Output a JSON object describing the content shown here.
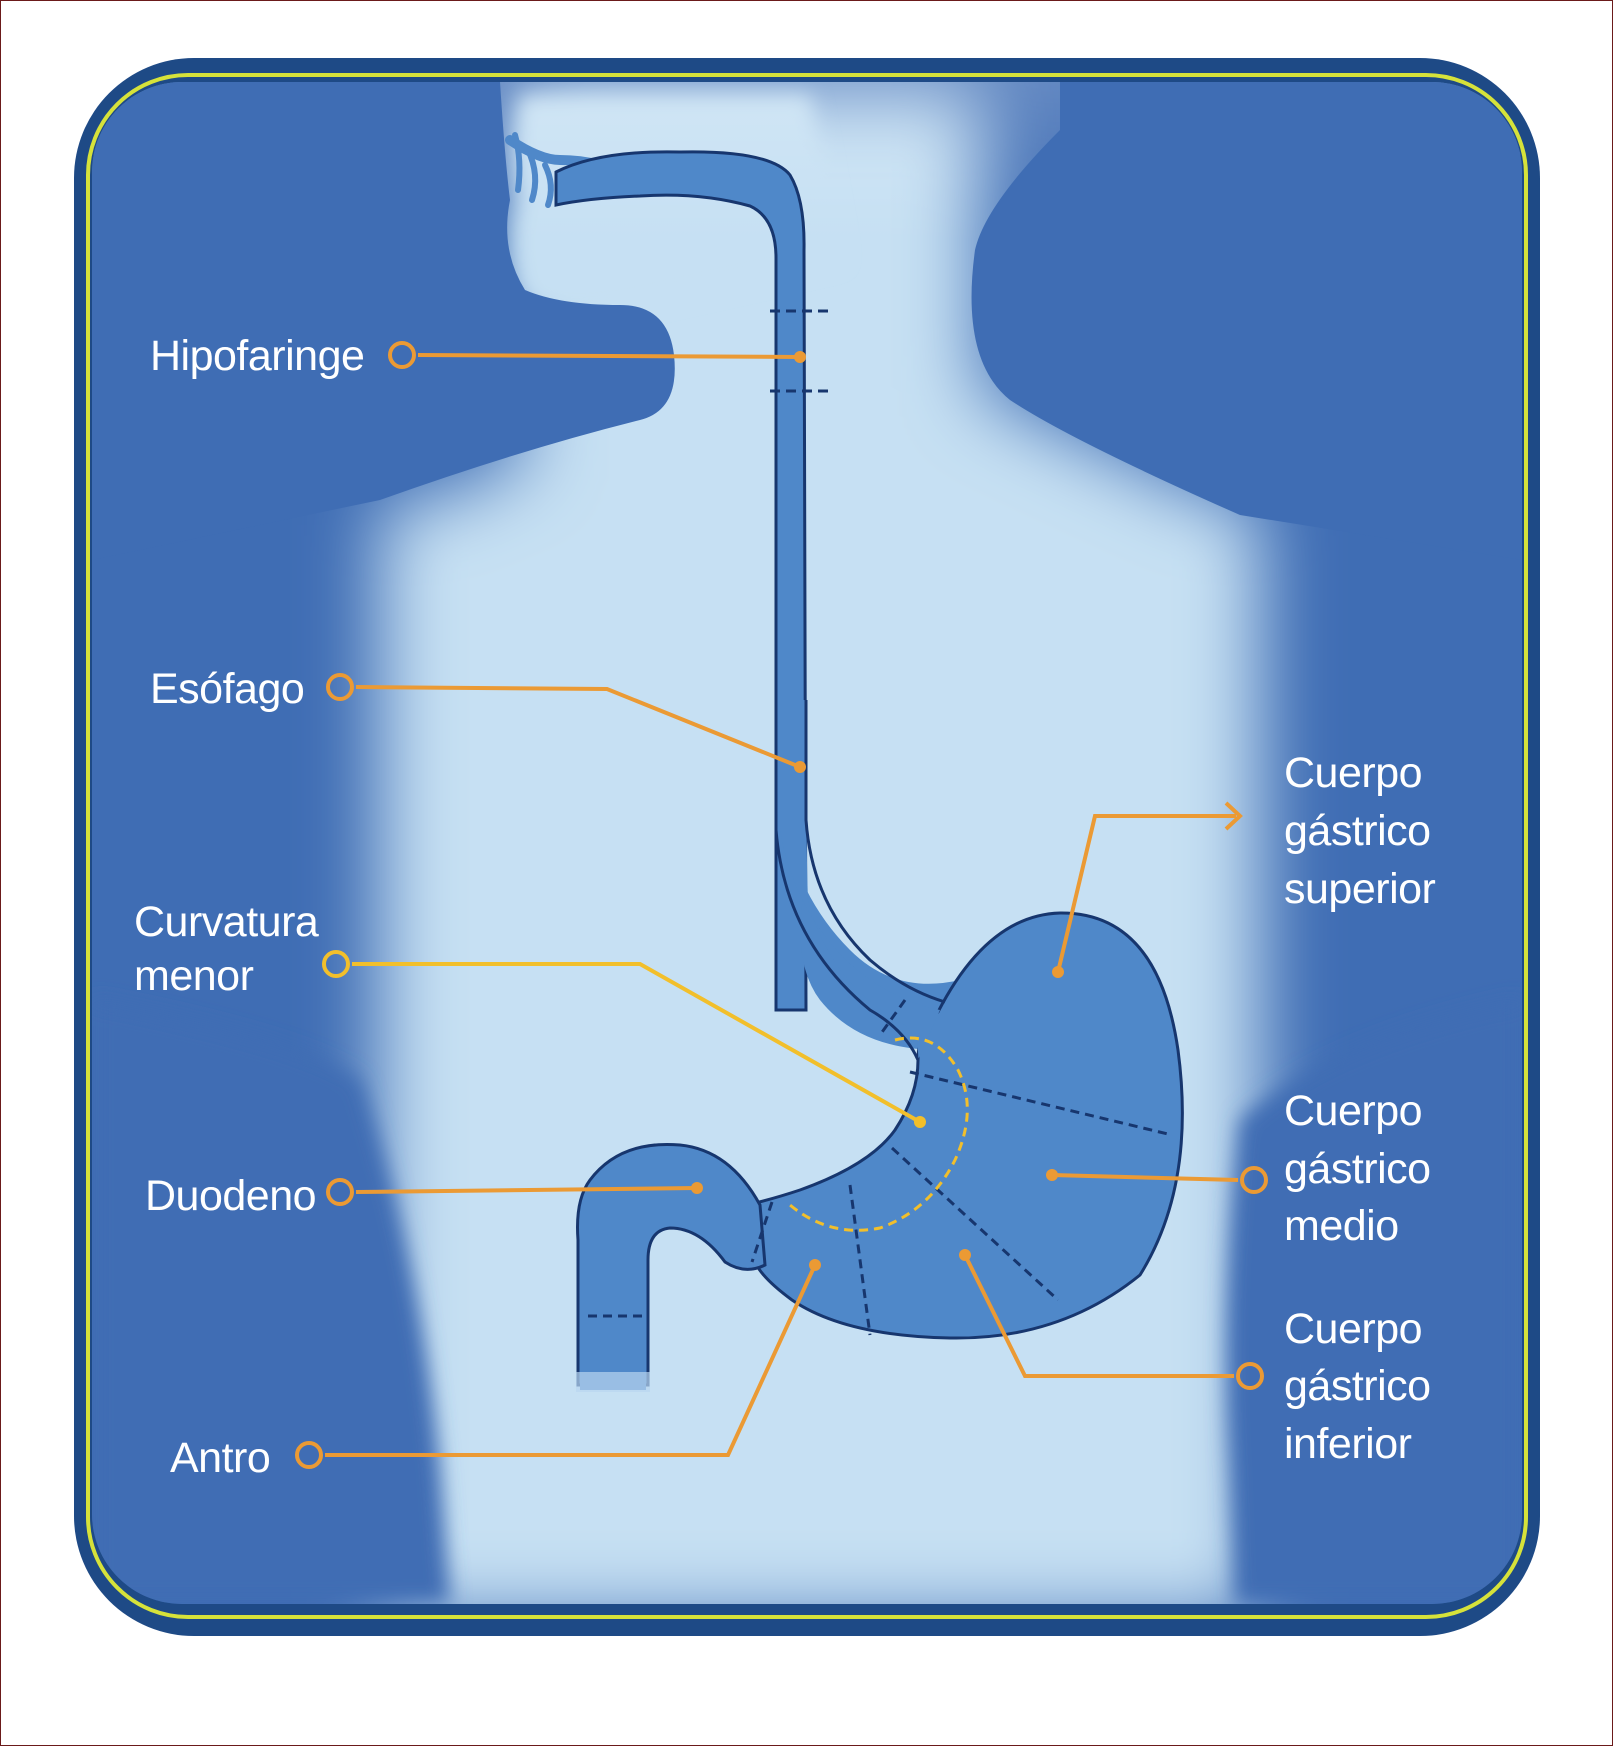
{
  "labels": {
    "hipofaringe": "Hipofaringe",
    "esofago": "Esófago",
    "curvatura_line1": "Curvatura",
    "curvatura_line2": "menor",
    "duodeno": "Duodeno",
    "antro": "Antro",
    "superior_line1": "Cuerpo",
    "superior_line2": "gástrico",
    "superior_line3": "superior",
    "medio_line1": "Cuerpo",
    "medio_line2": "gástrico",
    "medio_line3": "medio",
    "inferior_line1": "Cuerpo",
    "inferior_line2": "gástrico",
    "inferior_line3": "inferior"
  },
  "colors": {
    "panel_outer": "#1e4a86",
    "panel_border_inner": "#d6e23a",
    "panel_fill": "#3f6db4",
    "body_glow": "#c6e0f3",
    "organ_fill": "#4f88c9",
    "organ_outline": "#17366e",
    "leader_orange": "#eb9a34",
    "leader_yellow": "#f2bf2b",
    "label_text": "#ffffff"
  }
}
